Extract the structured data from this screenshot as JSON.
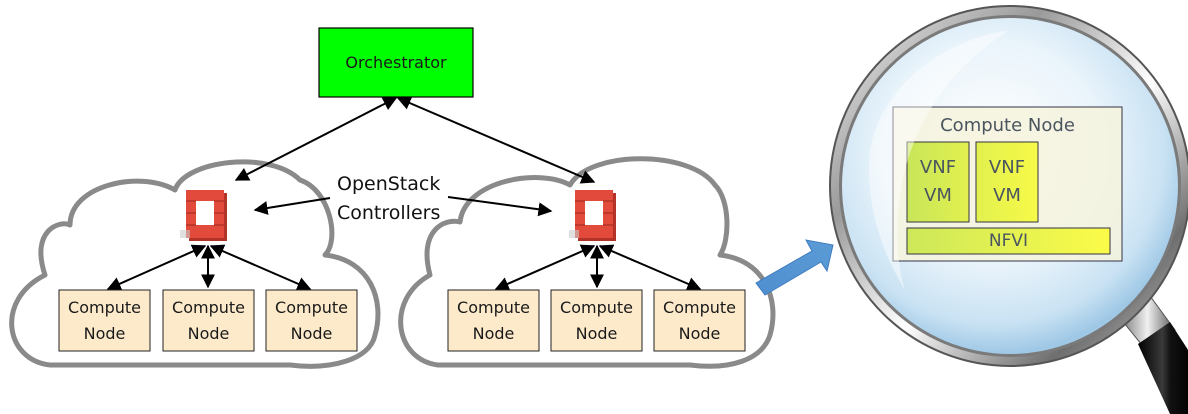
{
  "orchestrator": {
    "label": "Orchestrator",
    "color": "#00ff00"
  },
  "controllers_label": {
    "line1": "OpenStack",
    "line2": "Controllers"
  },
  "clouds": [
    {
      "name": "cloud-left",
      "controller_icon": "openstack-logo-icon",
      "nodes": [
        {
          "line1": "Compute",
          "line2": "Node"
        },
        {
          "line1": "Compute",
          "line2": "Node"
        },
        {
          "line1": "Compute",
          "line2": "Node"
        }
      ]
    },
    {
      "name": "cloud-right",
      "controller_icon": "openstack-logo-icon",
      "nodes": [
        {
          "line1": "Compute",
          "line2": "Node"
        },
        {
          "line1": "Compute",
          "line2": "Node"
        },
        {
          "line1": "Compute",
          "line2": "Node"
        }
      ]
    }
  ],
  "zoom_arrow": {
    "icon": "zoom-arrow-icon",
    "color": "#5b9bd5"
  },
  "magnifier": {
    "icon": "magnifying-glass-icon",
    "compute_node_title": "Compute Node",
    "vms": [
      {
        "line1": "VNF",
        "line2": "VM"
      },
      {
        "line1": "VNF",
        "line2": "VM"
      }
    ],
    "nfvi_label": "NFVI"
  },
  "colors": {
    "node_fill": "#fdeacb",
    "cloud_stroke": "#888888",
    "controller_red": "#e24a3b"
  }
}
